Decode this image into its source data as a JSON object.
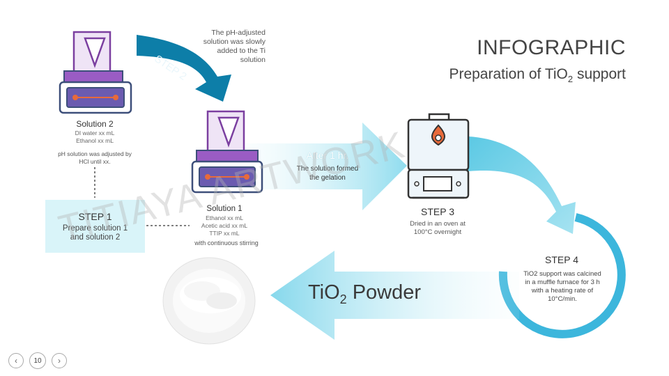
{
  "header": {
    "title": "INFOGRAPHIC",
    "subtitle_pre": "Preparation of TiO",
    "subtitle_sub": "2",
    "subtitle_post": " support"
  },
  "step2": {
    "arrow_label": "STEP 2",
    "description": [
      "The pH-adjusted",
      "solution was slowly",
      "added to the Ti",
      "solution"
    ]
  },
  "solution2": {
    "title": "Solution 2",
    "lines": [
      "DI water xx mL",
      "Ethanol xx mL"
    ],
    "ph_note": [
      "pH solution was adjusted by",
      "HCl until xx."
    ]
  },
  "step1": {
    "title": "STEP 1",
    "description": [
      "Prepare solution 1",
      "and solution 2"
    ]
  },
  "solution1": {
    "title": "Solution 1",
    "lines": [
      "Ethanol xx mL",
      "Acetic acid xx mL",
      "TTIP xx mL"
    ],
    "note": "with continuous stirring"
  },
  "gelation": {
    "title": "After 1 hr.",
    "description": [
      "The solution formed",
      "the gelation"
    ]
  },
  "step3": {
    "title": "STEP 3",
    "description": [
      "Dried in an oven at",
      "100°C overnight"
    ]
  },
  "step4": {
    "title": "STEP 4",
    "description": [
      "TiO2 support was calcined",
      "in a muffle furnace for 3 h",
      "with a heating rate of",
      "10°C/min."
    ]
  },
  "result": {
    "label_pre": "TiO",
    "label_sub": "2",
    "label_post": " Powder"
  },
  "watermark": "TITIAYA ARTWORK",
  "nav": {
    "prev_icon": "chevron-left-icon",
    "page": "10",
    "next_icon": "chevron-right-icon"
  },
  "colors": {
    "dark_teal": "#0d7ea8",
    "light_cyan": "#a8e6f2",
    "ring_blue": "#3cb6dc",
    "purple": "#7b3fa0",
    "slate": "#3d4f7a",
    "orange": "#e86a3a"
  }
}
